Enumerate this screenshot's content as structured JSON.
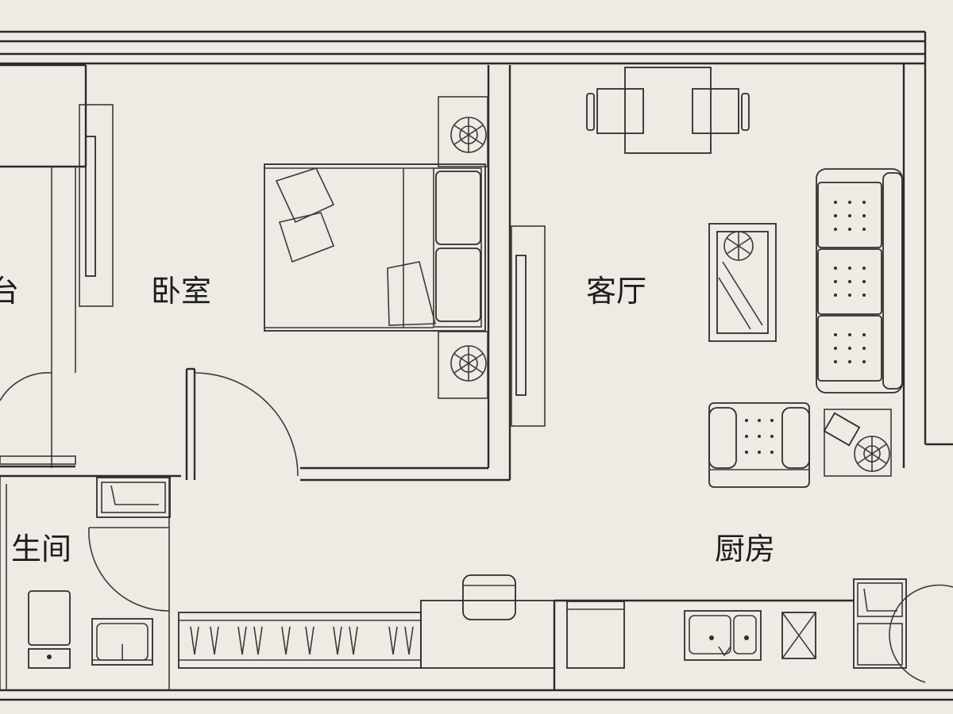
{
  "rooms": {
    "balcony_partial": "台",
    "bedroom": "卧室",
    "living_room": "客厅",
    "bathroom_partial": "生间",
    "kitchen": "厨房"
  }
}
